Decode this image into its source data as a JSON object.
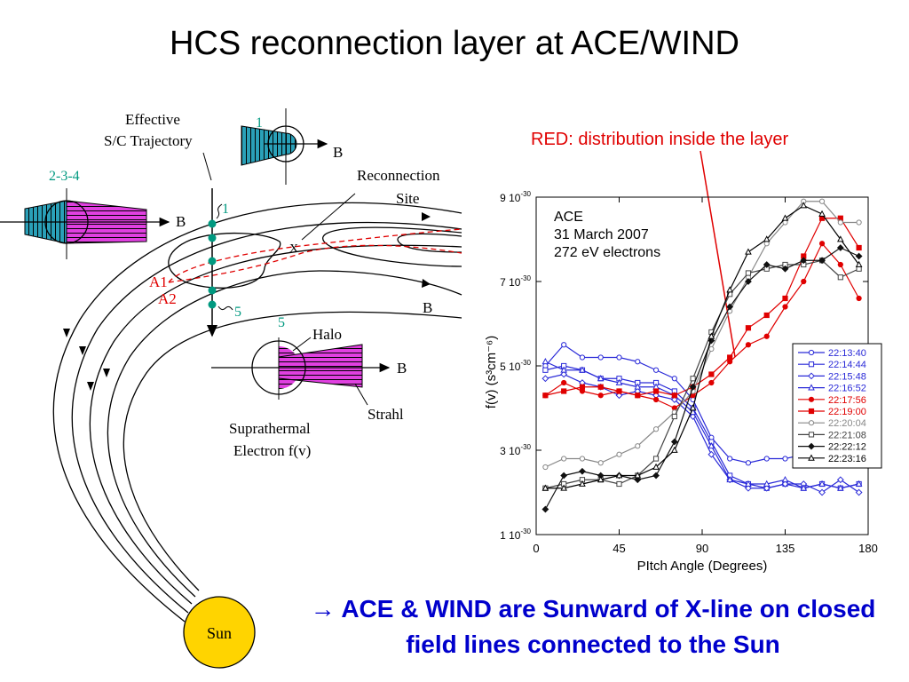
{
  "slide": {
    "title": "HCS reconnection layer at ACE/WIND",
    "red_note": "RED: distribution inside the layer",
    "conclusion_arrow": "→",
    "conclusion": "ACE & WIND are Sunward of X-line on closed field lines connected to the Sun"
  },
  "diagram": {
    "trajectory_label_1": "Effective",
    "trajectory_label_2": "S/C Trajectory",
    "reconnection_label_1": "Reconnection",
    "reconnection_label_2": "Site",
    "xline_mark": "X",
    "label_1": "1",
    "label_234": "2-3-4",
    "label_5": "5",
    "label_b": "B",
    "label_a1": "A1",
    "label_a2": "A2",
    "halo": "Halo",
    "strahl": "Strahl",
    "suprathermal_1": "Suprathermal",
    "suprathermal_2": "Electron f(v)",
    "sun": "Sun",
    "colors": {
      "teal": "#009980",
      "red_layer": "#e00000",
      "magenta": "#e040e0",
      "cyan": "#2aa0b8",
      "sun": "#ffd400"
    }
  },
  "chart_data": {
    "type": "line",
    "annotation": [
      "ACE",
      "31 March 2007",
      "272 eV electrons"
    ],
    "xlabel": "PItch Angle (Degrees)",
    "ylabel": "f(v) (s³cm⁻⁶)",
    "xlim": [
      0,
      180
    ],
    "ylim": [
      1e-30,
      9e-30
    ],
    "xticks": [
      0,
      45,
      90,
      135,
      180
    ],
    "yticks": [
      1e-30,
      3e-30,
      5e-30,
      7e-30,
      9e-30
    ],
    "ytick_labels": [
      {
        "base": "1 10",
        "exp": "-30"
      },
      {
        "base": "3 10",
        "exp": "-30"
      },
      {
        "base": "5 10",
        "exp": "-30"
      },
      {
        "base": "7 10",
        "exp": "-30"
      },
      {
        "base": "9 10",
        "exp": "-30"
      }
    ],
    "legend_position": "right",
    "x": [
      5,
      15,
      25,
      35,
      45,
      55,
      65,
      75,
      85,
      95,
      105,
      115,
      125,
      135,
      145,
      155,
      165,
      175
    ],
    "series": [
      {
        "name": "22:13:40",
        "color": "#2a2ad8",
        "marker": "circle-open",
        "values": [
          5.0,
          5.5,
          5.2,
          5.2,
          5.2,
          5.1,
          4.9,
          4.7,
          4.2,
          3.3,
          2.8,
          2.7,
          2.8,
          2.8,
          2.9,
          2.9,
          3.0,
          2.9
        ]
      },
      {
        "name": "22:14:44",
        "color": "#2a2ad8",
        "marker": "square-open",
        "values": [
          4.9,
          5.0,
          4.9,
          4.7,
          4.7,
          4.6,
          4.6,
          4.4,
          4.0,
          3.2,
          2.4,
          2.2,
          2.1,
          2.2,
          2.1,
          2.2,
          2.1,
          2.2
        ]
      },
      {
        "name": "22:15:48",
        "color": "#2a2ad8",
        "marker": "diamond-open",
        "values": [
          4.7,
          4.8,
          4.6,
          4.5,
          4.3,
          4.4,
          4.3,
          4.2,
          3.8,
          2.9,
          2.3,
          2.1,
          2.1,
          2.2,
          2.2,
          2.0,
          2.3,
          2.0
        ]
      },
      {
        "name": "22:16:52",
        "color": "#2a2ad8",
        "marker": "triangle-open",
        "values": [
          5.1,
          4.9,
          4.9,
          4.7,
          4.6,
          4.5,
          4.5,
          4.3,
          3.9,
          3.1,
          2.3,
          2.2,
          2.2,
          2.3,
          2.1,
          2.2,
          2.1,
          2.2
        ]
      },
      {
        "name": "22:17:56",
        "color": "#e00000",
        "marker": "circle-filled",
        "values": [
          4.3,
          4.6,
          4.4,
          4.3,
          4.4,
          4.3,
          4.2,
          4.0,
          4.3,
          4.6,
          5.1,
          5.5,
          5.7,
          6.4,
          7.0,
          7.9,
          7.4,
          6.6
        ]
      },
      {
        "name": "22:19:00",
        "color": "#e00000",
        "marker": "square-filled",
        "values": [
          4.3,
          4.4,
          4.5,
          4.5,
          4.4,
          4.3,
          4.4,
          4.3,
          4.5,
          4.8,
          5.2,
          5.9,
          6.2,
          6.6,
          7.6,
          8.5,
          8.5,
          7.8
        ]
      },
      {
        "name": "22:20:04",
        "color": "#888888",
        "marker": "circle-open",
        "values": [
          2.6,
          2.8,
          2.8,
          2.7,
          2.9,
          3.1,
          3.5,
          3.9,
          4.4,
          5.4,
          6.3,
          7.1,
          7.9,
          8.4,
          8.9,
          8.9,
          8.4,
          8.4
        ]
      },
      {
        "name": "22:21:08",
        "color": "#444444",
        "marker": "square-open",
        "values": [
          2.1,
          2.2,
          2.3,
          2.3,
          2.2,
          2.4,
          2.8,
          3.8,
          4.7,
          5.8,
          6.7,
          7.2,
          7.3,
          7.4,
          7.4,
          7.5,
          7.1,
          7.3
        ]
      },
      {
        "name": "22:22:12",
        "color": "#111111",
        "marker": "diamond-filled",
        "values": [
          1.6,
          2.4,
          2.5,
          2.4,
          2.4,
          2.3,
          2.4,
          3.2,
          4.5,
          5.6,
          6.4,
          7.0,
          7.4,
          7.3,
          7.5,
          7.5,
          7.8,
          7.6
        ]
      },
      {
        "name": "22:23:16",
        "color": "#000000",
        "marker": "triangle-open",
        "values": [
          2.1,
          2.1,
          2.2,
          2.3,
          2.4,
          2.4,
          2.6,
          3.0,
          4.0,
          5.7,
          6.8,
          7.7,
          8.0,
          8.5,
          8.8,
          8.6,
          8.0,
          7.4
        ]
      }
    ]
  }
}
